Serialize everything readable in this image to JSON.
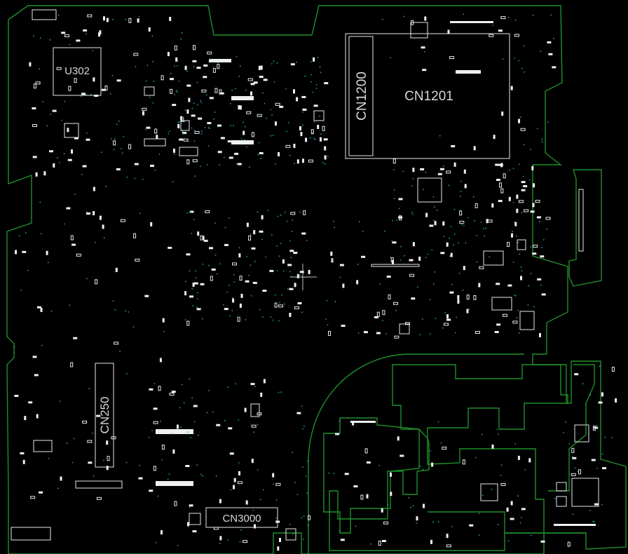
{
  "board": {
    "background": "#000000",
    "outline_color": "#1f8f2a",
    "part_color": "#e9e9e9",
    "via_color": "#1fa3b8"
  },
  "labels": {
    "u302": "U302",
    "cn1200": "CN1200",
    "cn1201": "CN1201",
    "cn250": "CN250",
    "cn3000": "CN3000"
  }
}
